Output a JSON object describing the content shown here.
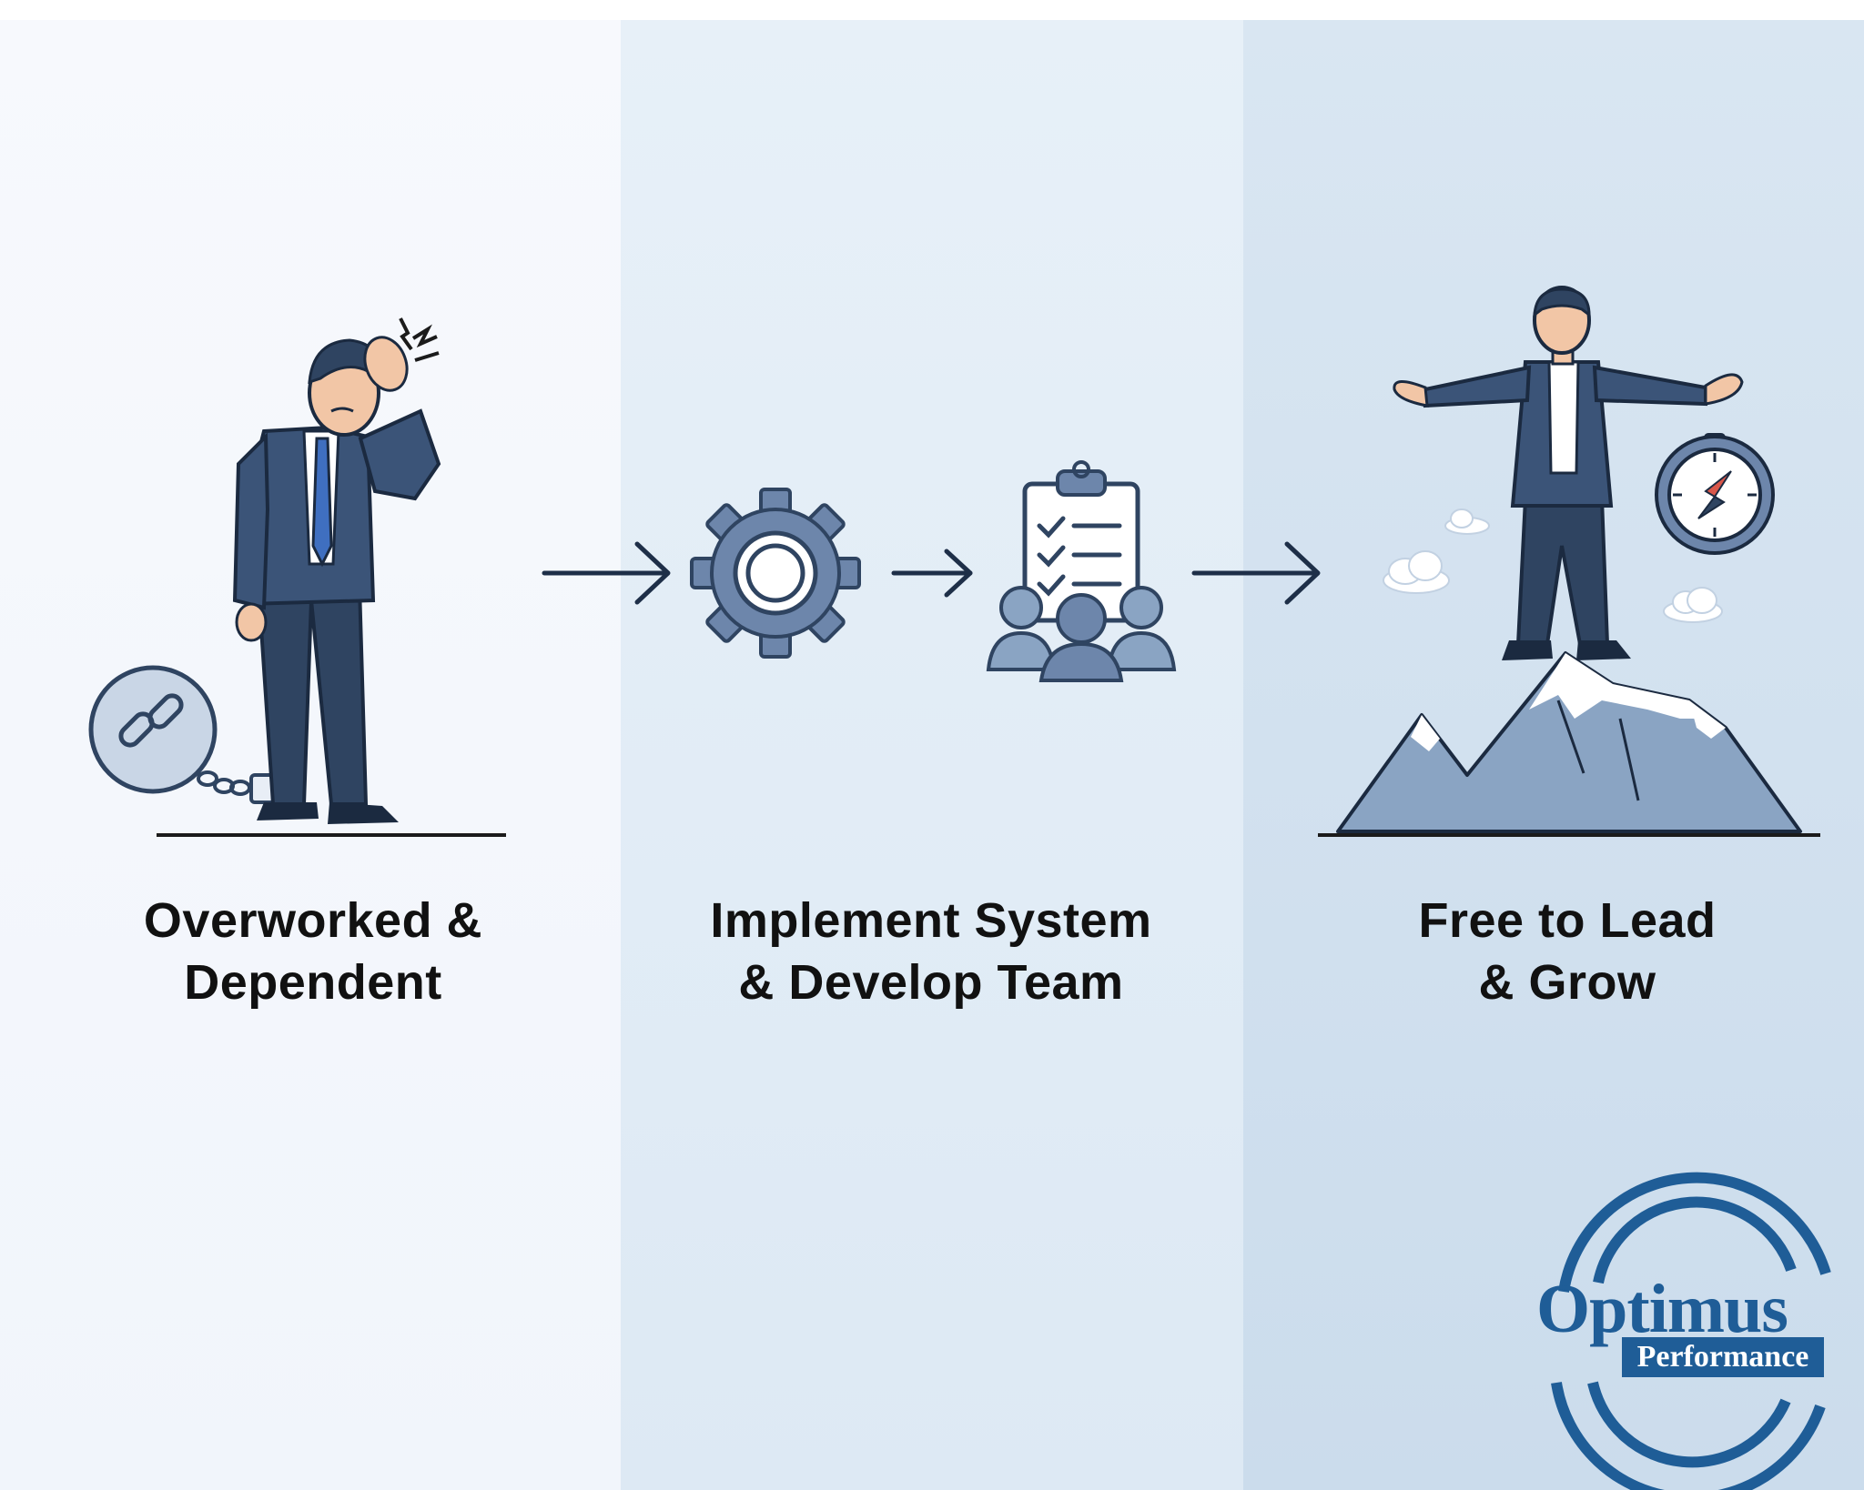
{
  "colors": {
    "navy": "#2f4461",
    "blue_grey": "#6d86ab",
    "accent_blue": "#1f5d97",
    "tie_blue": "#3f6fc0",
    "compass_red": "#d9574a",
    "mountain": "#8aa4c3"
  },
  "stages": [
    {
      "line1": "Overworked &",
      "line2": "Dependent",
      "icon": "overworked-man-chained-icon"
    },
    {
      "line1": "Implement System",
      "line2": "& Develop Team",
      "icons": [
        "gear-icon",
        "checklist-team-icon"
      ]
    },
    {
      "line1": "Free to Lead",
      "line2": "& Grow",
      "icon": "man-on-mountain-icon"
    }
  ],
  "logo": {
    "main": "Optimus",
    "sub": "Performance"
  }
}
